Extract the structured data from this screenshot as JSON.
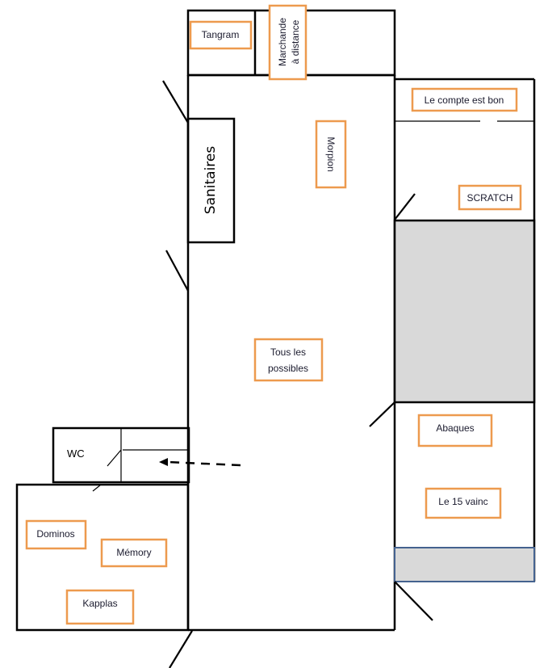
{
  "plan": {
    "rooms": {
      "sanitaires": "Sanitaires",
      "wc": "WC"
    },
    "stations": [
      {
        "id": "tangram",
        "label": "Tangram"
      },
      {
        "id": "marchande",
        "label_line1": "Marchande",
        "label_line2": "à distance"
      },
      {
        "id": "compte-est-bon",
        "label": "Le compte est bon"
      },
      {
        "id": "morpion",
        "label": "Morpion"
      },
      {
        "id": "scratch",
        "label": "SCRATCH"
      },
      {
        "id": "tous-les-possibles",
        "label_line1": "Tous les",
        "label_line2": "possibles"
      },
      {
        "id": "abaques",
        "label": "Abaques"
      },
      {
        "id": "le-15-vainc",
        "label": "Le 15 vainc"
      },
      {
        "id": "dominos",
        "label": "Dominos"
      },
      {
        "id": "memory",
        "label": "Mémory"
      },
      {
        "id": "kapplas",
        "label": "Kapplas"
      }
    ],
    "colors": {
      "station_border": "#ed9a4e",
      "blocked_area": "#d9d9d9",
      "blocked_area_border": "#44628f"
    }
  }
}
